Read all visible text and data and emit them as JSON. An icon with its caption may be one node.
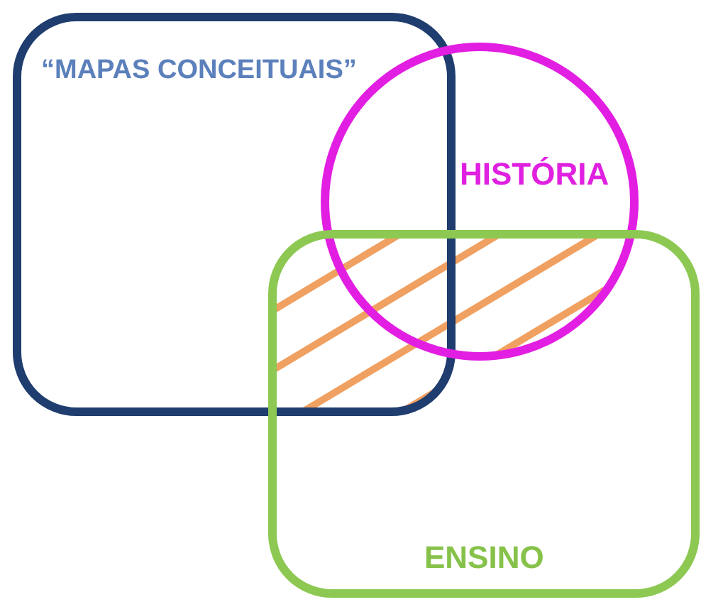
{
  "diagram": {
    "nodes": [
      {
        "text": [
          "“MAPAS CONCEITUAIS”"
        ]
      },
      {
        "text": [
          "HISTÓRIA"
        ]
      },
      {
        "text": [
          "ENSINO"
        ]
      }
    ]
  }
}
